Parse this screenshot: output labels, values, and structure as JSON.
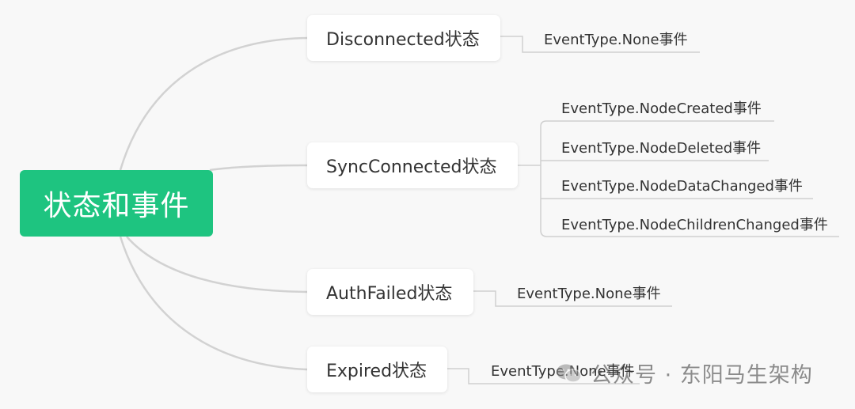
{
  "root": {
    "label": "状态和事件"
  },
  "states": [
    {
      "label": "Disconnected状态",
      "events": [
        "EventType.None事件"
      ]
    },
    {
      "label": "SyncConnected状态",
      "events": [
        "EventType.NodeCreated事件",
        "EventType.NodeDeleted事件",
        "EventType.NodeDataChanged事件",
        "EventType.NodeChildrenChanged事件"
      ]
    },
    {
      "label": "AuthFailed状态",
      "events": [
        "EventType.None事件"
      ]
    },
    {
      "label": "Expired状态",
      "events": [
        "EventType.None事件"
      ]
    }
  ],
  "watermark": {
    "text": "公众号 · 东阳马生架构",
    "icon": "wechat-icon"
  },
  "colors": {
    "root": "#1ec480",
    "connector": "#d4d4d4",
    "underline": "#cfcfcf",
    "background": "#f8f8f8"
  }
}
